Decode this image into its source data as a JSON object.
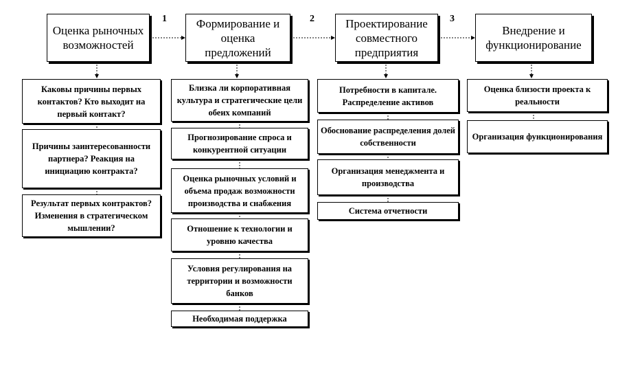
{
  "stages": [
    {
      "title": "Оценка рыночных возможностей",
      "items": [
        "Каковы причины первых контактов? Кто выходит на первый контакт?",
        "Причины заинтересованности партнера? Реакция на инициацию контракта?",
        "Результат первых контрактов? Изменения в стратегическом мышлении?"
      ]
    },
    {
      "title": "Формирование и оценка предложений",
      "items": [
        "Близка ли корпоративная культура  и стратегические цели обеих компаний",
        "Прогнозирование спроса и конкурентной ситуации",
        "Оценка рыночных условий и объема продаж возможности производства и снабжения",
        "Отношение к технологии и уровню качества",
        "Условия регулирования на территории и возможности банков",
        "Необходимая  поддержка"
      ]
    },
    {
      "title": "Проектирование совместного предприятия",
      "items": [
        "Потребности в капитале. Распределение активов",
        "Обоснование распределения долей собственности",
        "Организация менеджмента и производства",
        "Система отчетности"
      ]
    },
    {
      "title": "Внедрение и функционирование",
      "items": [
        "Оценка близости проекта к реальности",
        "Организация функционирования"
      ]
    }
  ],
  "step_numbers": [
    "1",
    "2",
    "3"
  ]
}
